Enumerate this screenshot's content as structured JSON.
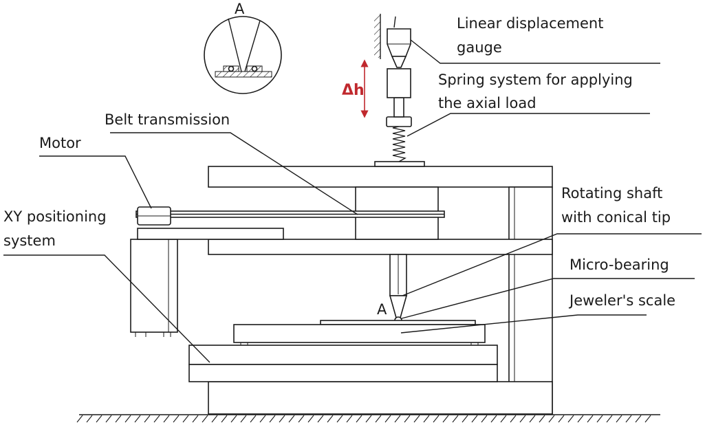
{
  "labels": {
    "detail_marker": "A",
    "tip_marker": "A",
    "gauge_line1": "Linear displacement",
    "gauge_line2": "gauge",
    "spring_line1": "Spring system for applying",
    "spring_line2": "the axial load",
    "belt": "Belt transmission",
    "motor": "Motor",
    "xy_line1": "XY positioning",
    "xy_line2": "system",
    "shaft_line1": "Rotating shaft",
    "shaft_line2": "with conical tip",
    "bearing": "Micro-bearing",
    "scale": "Jeweler's scale",
    "delta_h": "Δh"
  },
  "colors": {
    "line": "#1a1a1a",
    "accent": "#c0282d",
    "background": "#ffffff"
  }
}
